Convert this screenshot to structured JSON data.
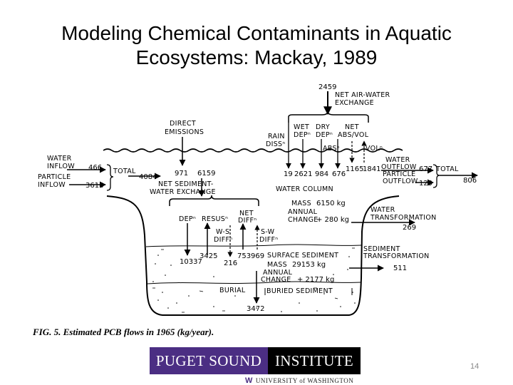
{
  "slide": {
    "title_line1": "Modeling Chemical Contaminants in Aquatic",
    "title_line2": "Ecosystems:  Mackay, 1989",
    "page_number": "14"
  },
  "diagram": {
    "air_water": {
      "value": "2459",
      "label_line1": "NET AIR-WATER",
      "label_line2": "EXCHANGE"
    },
    "direct_emissions": {
      "line1": "DIRECT",
      "line2": "EMISSIONS",
      "value": "971"
    },
    "rain": {
      "line1": "RAIN",
      "line2": "DISSⁿ",
      "value": "19"
    },
    "wet": {
      "line1": "WET",
      "line2": "DEPⁿ",
      "value": "2621"
    },
    "dry": {
      "line1": "DRY",
      "line2": "DEPⁿ",
      "value": "984"
    },
    "net_abs": {
      "line1": "NET",
      "line2": "ABS/VOL",
      "value": "676"
    },
    "abs": {
      "label": "ABSⁿ",
      "value": "1165"
    },
    "vol": {
      "label": "VOLⁿ",
      "value": "1841"
    },
    "inflow": {
      "water_line1": "WATER",
      "water_line2": "INFLOW",
      "water_value": "466",
      "particle_line1": "PARTICLE",
      "particle_line2": "INFLOW",
      "particle_value": "3618",
      "total_label": "TOTAL",
      "total_value": "4084"
    },
    "outflow": {
      "water_line1": "WATER",
      "water_line2": "OUTFLOW",
      "water_value": "677",
      "particle_line1": "PARTICLE",
      "particle_line2": "OUTFLOW",
      "particle_value": "129",
      "total_label": "TOTAL",
      "total_value": "806"
    },
    "net_sediment": {
      "line1": "NET SEDIMENT-",
      "line2": "WATER EXCHANGE",
      "value": "6159"
    },
    "water_column": {
      "label": "WATER COLUMN",
      "mass_label": "MASS",
      "mass_value": "6150 kg",
      "annual_line1": "ANNUAL",
      "annual_line2": "CHANGE",
      "annual_value": "+ 280 kg"
    },
    "water_transformation": {
      "line1": "WATER",
      "line2": "TRANSFORMATION",
      "value": "269"
    },
    "dep": {
      "label": "DEPⁿ",
      "value": "10337"
    },
    "resus": {
      "label": "RESUSⁿ",
      "value": "3425"
    },
    "net_diff": {
      "line1": "NET",
      "line2": "DIFFⁿ",
      "value": "753"
    },
    "ws_diff": {
      "line1": "W-S",
      "line2": "DIFFⁿ",
      "value": "216"
    },
    "sw_diff": {
      "line1": "S-W",
      "line2": "DIFFⁿ",
      "value": "969"
    },
    "surface_sediment": {
      "label": "SURFACE SEDIMENT",
      "mass_label": "MASS",
      "mass_value": "29153 kg",
      "annual_line1": "ANNUAL",
      "annual_line2": "CHANGE",
      "annual_value": "+ 2177 kg"
    },
    "sediment_transformation": {
      "line1": "SEDIMENT",
      "line2": "TRANSFORMATION",
      "value": "511"
    },
    "burial": {
      "label": "BURIAL",
      "value": "3472"
    },
    "buried_sediment": {
      "label": "BURIED SEDIMENT"
    },
    "caption": "FIG. 5.  Estimated PCB flows in 1965 (kg/year)."
  },
  "logo": {
    "left_text": "PUGET SOUND",
    "right_text": "INSTITUTE",
    "uw_mark": "W",
    "uw_text": "UNIVERSITY of WASHINGTON",
    "colors": {
      "purple": "#4b2e83",
      "black": "#000000"
    }
  }
}
